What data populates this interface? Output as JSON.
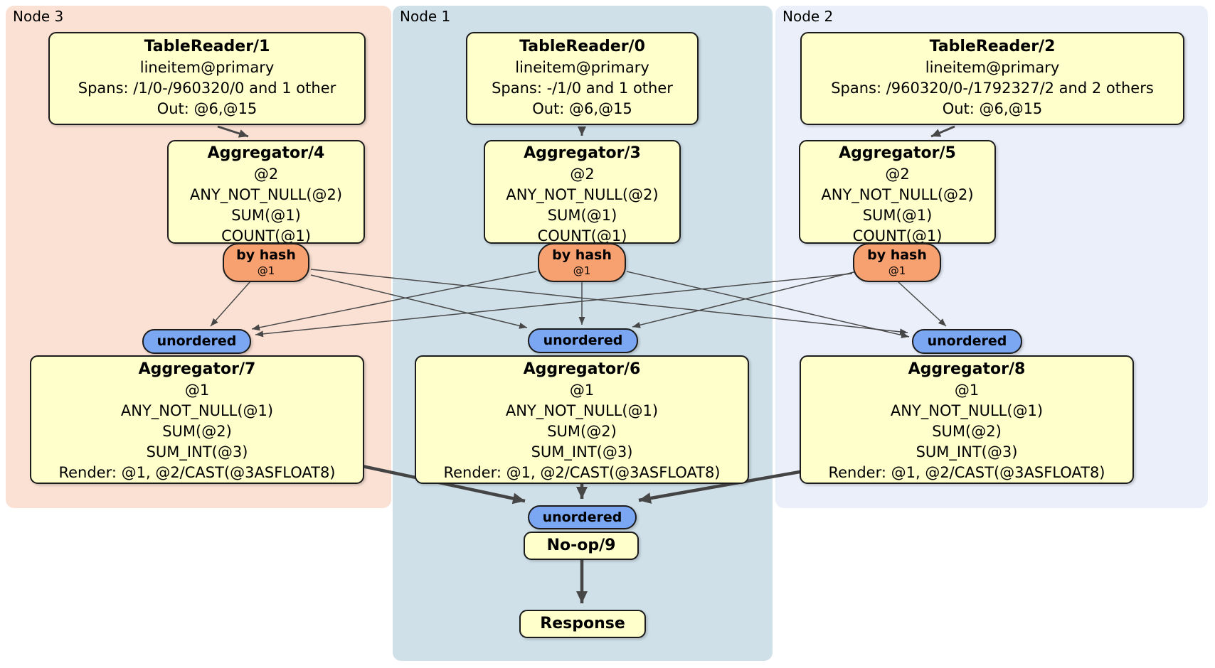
{
  "regions": [
    {
      "label": "Node 3"
    },
    {
      "label": "Node 1"
    },
    {
      "label": "Node 2"
    }
  ],
  "router": {
    "label": "by hash",
    "sub": "@1"
  },
  "sync": {
    "label": "unordered"
  },
  "boxes": {
    "tr1": {
      "title": "TableReader/1",
      "lines": [
        "lineitem@primary",
        "Spans: /1/0-/960320/0 and 1 other",
        "Out: @6,@15"
      ]
    },
    "tr0": {
      "title": "TableReader/0",
      "lines": [
        "lineitem@primary",
        "Spans: -/1/0 and 1 other",
        "Out: @6,@15"
      ]
    },
    "tr2": {
      "title": "TableReader/2",
      "lines": [
        "lineitem@primary",
        "Spans: /960320/0-/1792327/2 and 2 others",
        "Out: @6,@15"
      ]
    },
    "agg4": {
      "title": "Aggregator/4",
      "lines": [
        "@2",
        "ANY_NOT_NULL(@2)",
        "SUM(@1)",
        "COUNT(@1)"
      ]
    },
    "agg3": {
      "title": "Aggregator/3",
      "lines": [
        "@2",
        "ANY_NOT_NULL(@2)",
        "SUM(@1)",
        "COUNT(@1)"
      ]
    },
    "agg5": {
      "title": "Aggregator/5",
      "lines": [
        "@2",
        "ANY_NOT_NULL(@2)",
        "SUM(@1)",
        "COUNT(@1)"
      ]
    },
    "agg7": {
      "title": "Aggregator/7",
      "lines": [
        "@1",
        "ANY_NOT_NULL(@1)",
        "SUM(@2)",
        "SUM_INT(@3)",
        "Render: @1, @2/CAST(@3ASFLOAT8)"
      ]
    },
    "agg6": {
      "title": "Aggregator/6",
      "lines": [
        "@1",
        "ANY_NOT_NULL(@1)",
        "SUM(@2)",
        "SUM_INT(@3)",
        "Render: @1, @2/CAST(@3ASFLOAT8)"
      ]
    },
    "agg8": {
      "title": "Aggregator/8",
      "lines": [
        "@1",
        "ANY_NOT_NULL(@1)",
        "SUM(@2)",
        "SUM_INT(@3)",
        "Render: @1, @2/CAST(@3ASFLOAT8)"
      ]
    },
    "noop": {
      "title": "No-op/9"
    },
    "response": {
      "title": "Response"
    }
  },
  "colors": {
    "processor_fill": "#ffffcc",
    "router_fill": "#f7a170",
    "sync_fill": "#7aa6f2",
    "node3_bg": "#fbe1d3",
    "node1_bg": "#cfe0e9",
    "node2_bg": "#eaeffa",
    "edge": "#4a4a4a",
    "border": "#1c1c1c"
  }
}
